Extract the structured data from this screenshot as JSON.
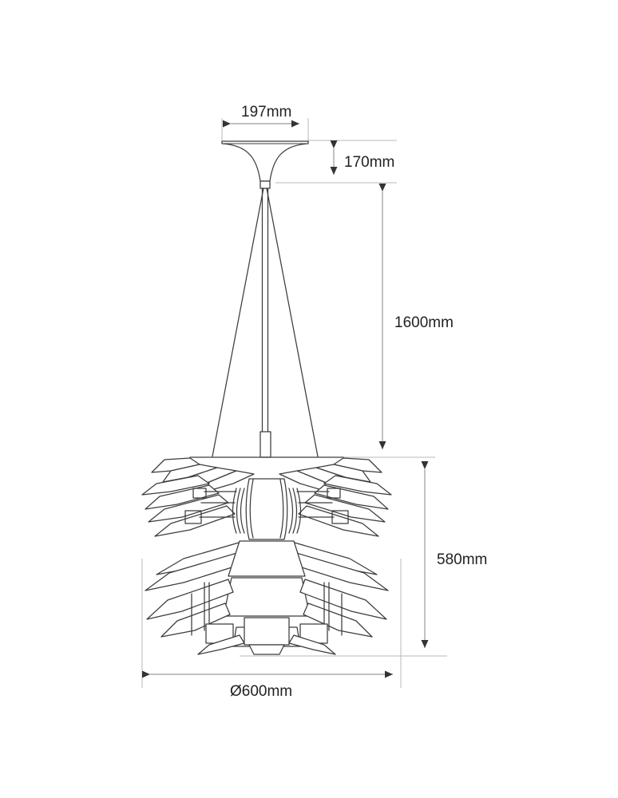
{
  "drawing": {
    "type": "technical-dimension-drawing",
    "subject": "pendant-lamp-artichoke",
    "background_color": "#ffffff",
    "line_color": "#3c3c3c",
    "dimension_line_color": "#b3b3b3",
    "arrow_color": "#333333",
    "text_color": "#231f20",
    "units": "mm"
  },
  "dimensions": {
    "canopy_width": {
      "label": "197mm",
      "value": 197,
      "unit": "mm",
      "orientation": "horizontal",
      "describes": "ceiling-canopy-diameter"
    },
    "canopy_height": {
      "label": "170mm",
      "value": 170,
      "unit": "mm",
      "orientation": "vertical",
      "describes": "ceiling-canopy-height"
    },
    "suspension_drop": {
      "label": "1600mm",
      "value": 1600,
      "unit": "mm",
      "orientation": "vertical",
      "describes": "cord-suspension-length"
    },
    "shade_height": {
      "label": "580mm",
      "value": 580,
      "unit": "mm",
      "orientation": "vertical",
      "describes": "shade-body-height"
    },
    "shade_diameter": {
      "label": "Ø600mm",
      "value": 600,
      "unit": "mm",
      "orientation": "horizontal",
      "describes": "shade-maximum-diameter"
    }
  }
}
